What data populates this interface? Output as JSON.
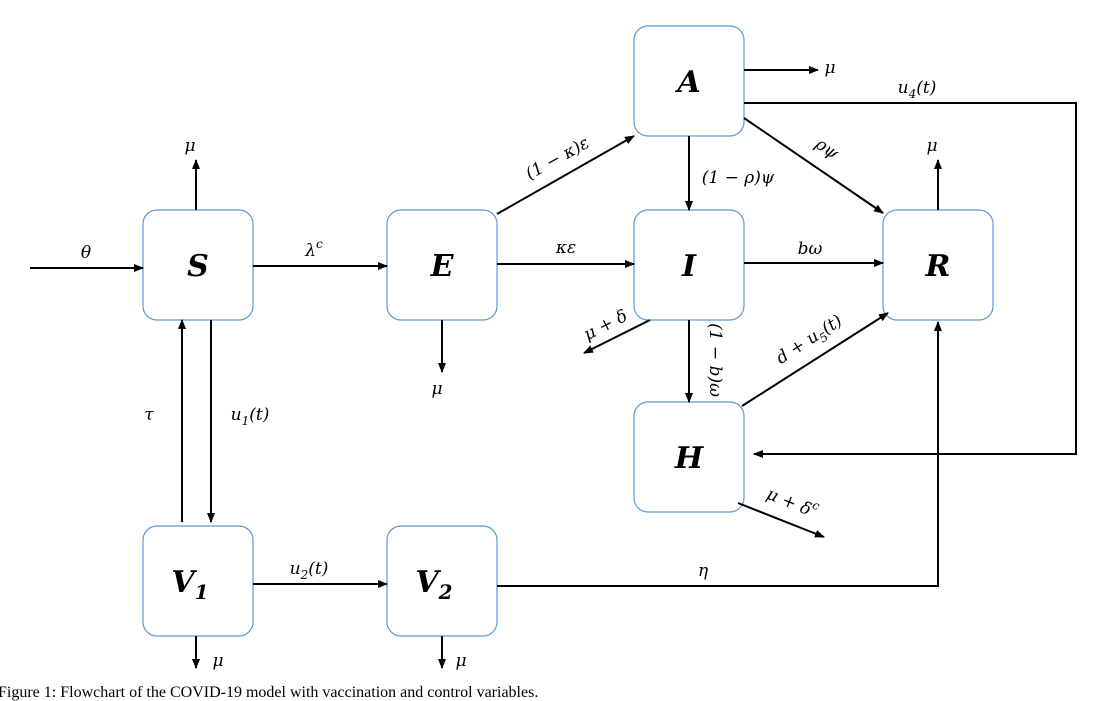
{
  "diagram": {
    "nodes": {
      "S": "S",
      "E": "E",
      "A": "A",
      "I": "I",
      "R": "R",
      "H": "H",
      "V1": "V",
      "V1_sub": "1",
      "V2": "V",
      "V2_sub": "2"
    },
    "rates": {
      "theta": "θ",
      "lambda_c": "λ",
      "lambda_c_sup": "c",
      "mu_S": "μ",
      "mu_E": "μ",
      "mu_A": "μ",
      "mu_R": "μ",
      "mu_V1": "μ",
      "mu_V2": "μ",
      "one_minus_kappa_eps": "(1 − κ)ε",
      "kappa_eps": "κε",
      "one_minus_rho_psi": "(1 − ρ)ψ",
      "rho_psi": "ρψ",
      "b_omega": "bω",
      "mu_plus_delta": "μ + δ",
      "one_minus_b_omega": "(1 − b)ω",
      "d_plus_u5": "d + u",
      "d_plus_u5_sub": "5",
      "d_plus_u5_tail": "(t)",
      "mu_plus_delta_c": "μ + δ",
      "mu_plus_delta_c_sup": "c",
      "u4": "u",
      "u4_sub": "4",
      "u4_tail": "(t)",
      "tau": "τ",
      "u1": "u",
      "u1_sub": "1",
      "u1_tail": "(t)",
      "u2": "u",
      "u2_sub": "2",
      "u2_tail": "(t)",
      "eta": "η"
    },
    "caption": "Figure 1: Flowchart of the COVID-19 model with vaccination and control variables."
  }
}
